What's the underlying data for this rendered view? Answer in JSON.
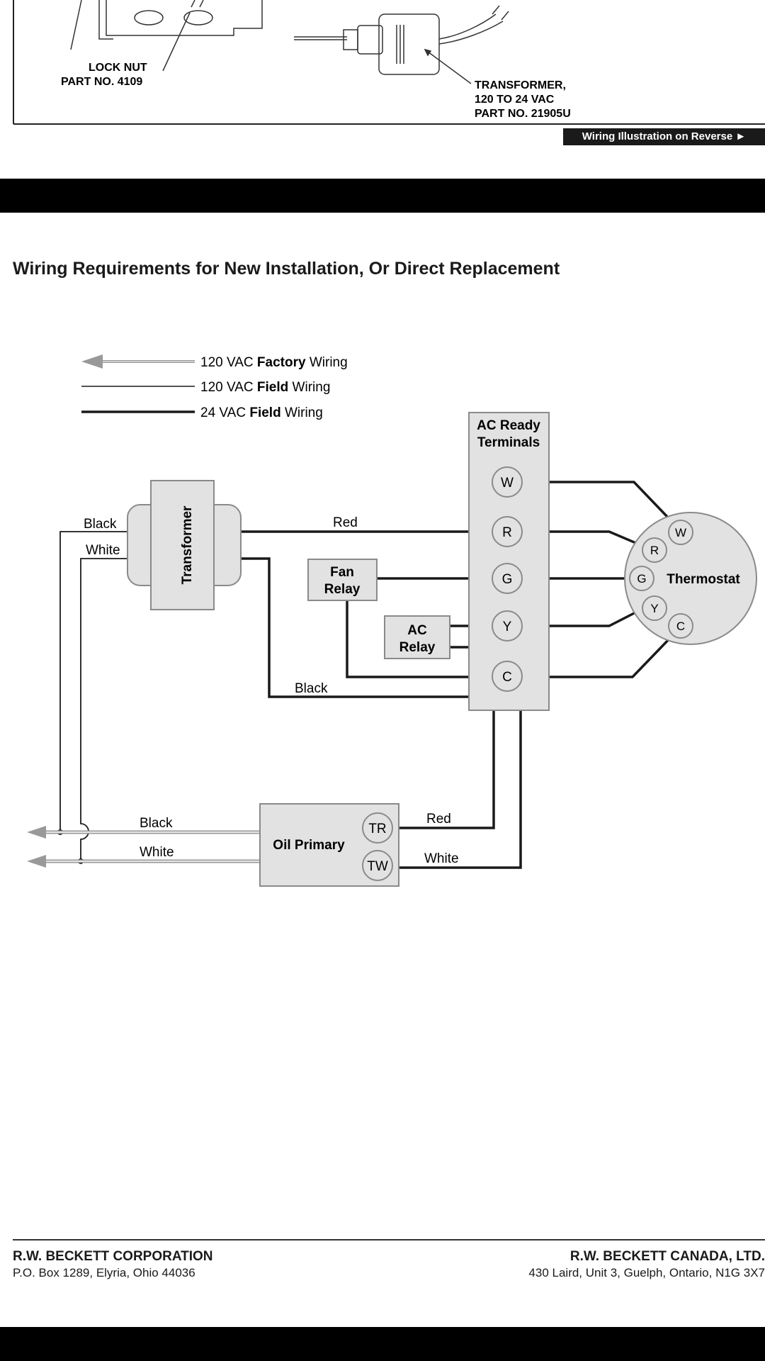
{
  "parts": {
    "lock_nut": {
      "line1": "LOCK NUT",
      "line2": "PART NO. 4109"
    },
    "transformer": {
      "line1": "TRANSFORMER,",
      "line2": "120 TO 24 VAC",
      "line3": "PART NO. 21905U"
    }
  },
  "reverse_link": "Wiring Illustration on Reverse ►",
  "section_title": "Wiring Requirements for New Installation, Or Direct Replacement",
  "legend": [
    {
      "prefix": "120 VAC ",
      "bold": "Factory",
      "suffix": " Wiring"
    },
    {
      "prefix": "120 VAC ",
      "bold": "Field",
      "suffix": " Wiring"
    },
    {
      "prefix": "24 VAC ",
      "bold": "Field",
      "suffix": " Wiring"
    }
  ],
  "components": {
    "ac_terminals": {
      "line1": "AC Ready",
      "line2": "Terminals",
      "terminals": [
        "W",
        "R",
        "G",
        "Y",
        "C"
      ]
    },
    "transformer": "Transformer",
    "fan_relay": {
      "line1": "Fan",
      "line2": "Relay"
    },
    "ac_relay": {
      "line1": "AC",
      "line2": "Relay"
    },
    "thermostat": {
      "label": "Thermostat",
      "terminals": [
        "W",
        "R",
        "G",
        "Y",
        "C"
      ]
    },
    "oil_primary": {
      "label": "Oil Primary",
      "terminals": [
        "TR",
        "TW"
      ]
    }
  },
  "wire_labels": {
    "xf_black": "Black",
    "xf_white": "White",
    "red": "Red",
    "c_black": "Black",
    "primary_black": "Black",
    "primary_white": "White",
    "tr_red": "Red",
    "tw_white": "White"
  },
  "footer": {
    "left": {
      "name": "R.W. BECKETT CORPORATION",
      "address": "P.O. Box 1289, Elyria, Ohio  44036"
    },
    "right": {
      "name": "R.W. BECKETT CANADA, LTD.",
      "address": "430 Laird, Unit 3, Guelph, Ontario, N1G 3X7"
    }
  },
  "colors": {
    "box_fill": "#e2e2e3",
    "box_stroke": "#8a8a8a",
    "wire": "#1a1a1a",
    "factory_wire": "#999999"
  }
}
